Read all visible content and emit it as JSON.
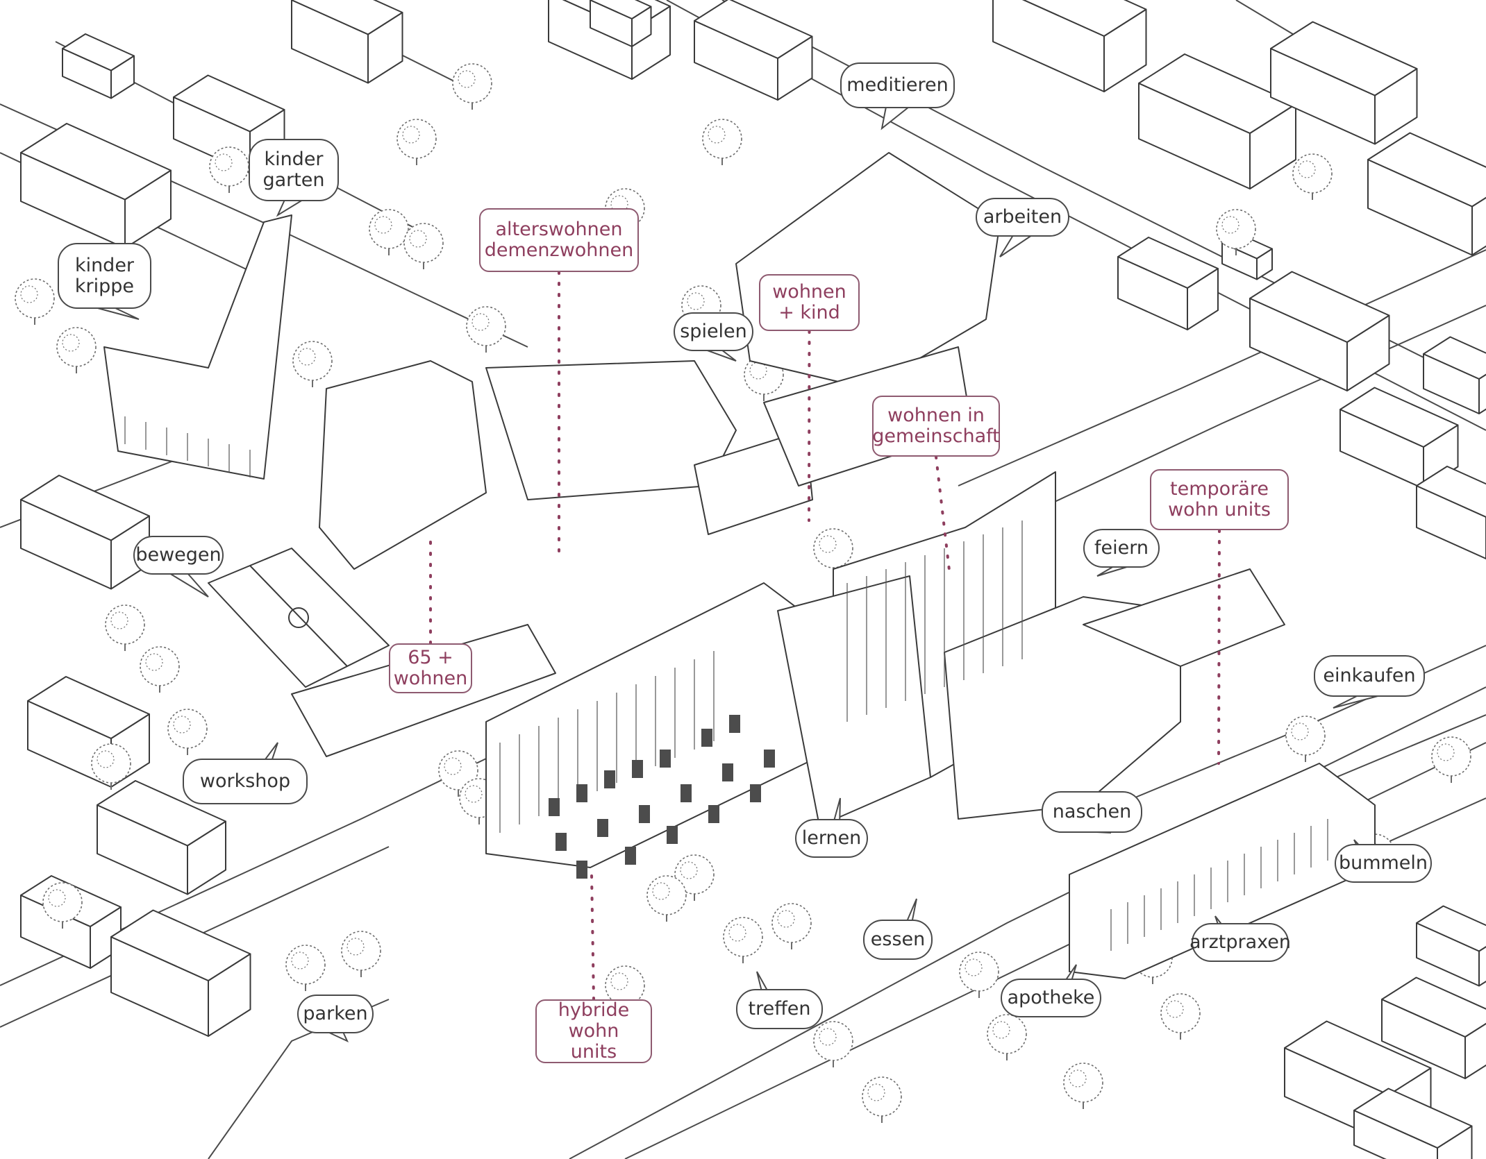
{
  "colors": {
    "line": "#3a3a3a",
    "tree": "#6c6c6c",
    "accent": "#8e3e5e"
  },
  "activities": [
    {
      "id": "meditieren",
      "text": "meditieren"
    },
    {
      "id": "kinder-garten",
      "text": "kinder\ngarten"
    },
    {
      "id": "arbeiten",
      "text": "arbeiten"
    },
    {
      "id": "kinder-krippe",
      "text": "kinder\nkrippe"
    },
    {
      "id": "spielen",
      "text": "spielen"
    },
    {
      "id": "bewegen",
      "text": "bewegen"
    },
    {
      "id": "feiern",
      "text": "feiern"
    },
    {
      "id": "einkaufen",
      "text": "einkaufen"
    },
    {
      "id": "workshop",
      "text": "workshop"
    },
    {
      "id": "naschen",
      "text": "naschen"
    },
    {
      "id": "lernen",
      "text": "lernen"
    },
    {
      "id": "bummeln",
      "text": "bummeln"
    },
    {
      "id": "essen",
      "text": "essen"
    },
    {
      "id": "arztpraxen",
      "text": "arztpraxen"
    },
    {
      "id": "apotheke",
      "text": "apotheke"
    },
    {
      "id": "parken",
      "text": "parken"
    },
    {
      "id": "treffen",
      "text": "treffen"
    }
  ],
  "housing": [
    {
      "id": "alterswohnen",
      "text": "alterswohnen\ndemenzwohnen"
    },
    {
      "id": "wohnen-kind",
      "text": "wohnen\n+ kind"
    },
    {
      "id": "wohnen-gemeinschaft",
      "text": "wohnen in\ngemeinschaft"
    },
    {
      "id": "temporaere",
      "text": "temporäre\nwohn units"
    },
    {
      "id": "65-wohnen",
      "text": "65 +\nwohnen"
    },
    {
      "id": "hybride",
      "text": "hybride\nwohn units"
    }
  ]
}
